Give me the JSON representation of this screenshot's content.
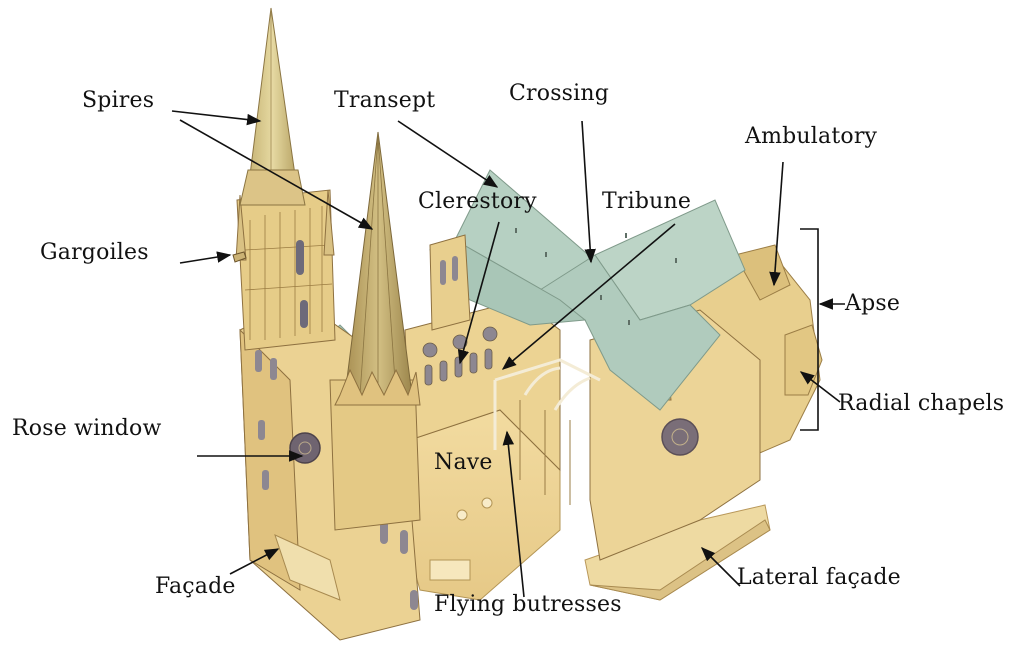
{
  "diagram": {
    "subject": "Gothic cathedral cutaway",
    "colors": {
      "background": "#ffffff",
      "stone": "#e9d496",
      "stone_light": "#f3e4b4",
      "stone_shadow": "#c9ad68",
      "stone_line": "#8a6d36",
      "roof": "#b9d2c3",
      "roof_shadow": "#9fbcab",
      "spire": "#cdb97a",
      "spire_dark": "#a88f52",
      "window": "#6c6470",
      "arrow": "#111111",
      "text": "#111111"
    },
    "labels": [
      {
        "id": "spires",
        "text": "Spires"
      },
      {
        "id": "transept",
        "text": "Transept"
      },
      {
        "id": "crossing",
        "text": "Crossing"
      },
      {
        "id": "ambulatory",
        "text": "Ambulatory"
      },
      {
        "id": "clerestory",
        "text": "Clerestory"
      },
      {
        "id": "tribune",
        "text": "Tribune"
      },
      {
        "id": "gargoiles",
        "text": "Gargoiles"
      },
      {
        "id": "apse",
        "text": "Apse"
      },
      {
        "id": "radial-chapels",
        "text": "Radial chapels"
      },
      {
        "id": "rose-window",
        "text": "Rose window"
      },
      {
        "id": "nave",
        "text": "Nave"
      },
      {
        "id": "facade",
        "text": "Façade"
      },
      {
        "id": "flying-buttresses",
        "text": "Flying butresses"
      },
      {
        "id": "lateral-facade",
        "text": "Lateral façade"
      }
    ]
  }
}
